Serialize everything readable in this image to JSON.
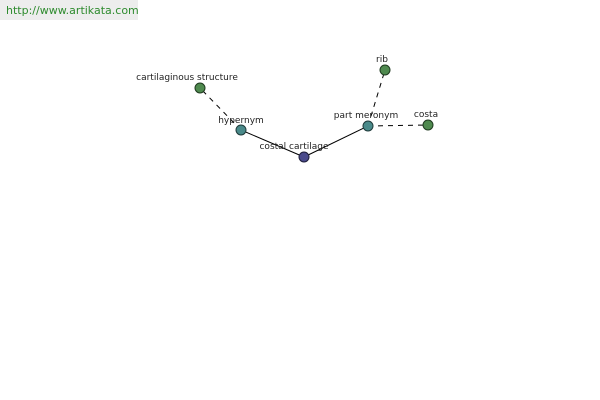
{
  "banner": {
    "url_text": "http://www.artikata.com"
  },
  "colors": {
    "banner_text": "#2e8b2e",
    "banner_bg": "#ededed",
    "node_center": "#4a4a8c",
    "node_relation": "#4a8a8a",
    "node_term": "#4f8a4f",
    "edge": "#000000"
  },
  "graph": {
    "center": {
      "label": "costal cartilage"
    },
    "relations": [
      {
        "key": "hypernym",
        "label": "hypernym"
      },
      {
        "key": "part_meronym",
        "label": "part meronym"
      }
    ],
    "terms": [
      {
        "key": "cartilaginous_structure",
        "label": "cartilaginous structure",
        "relation": "hypernym"
      },
      {
        "key": "rib",
        "label": "rib",
        "relation": "part_meronym"
      },
      {
        "key": "costa",
        "label": "costa",
        "relation": "part_meronym"
      }
    ]
  }
}
